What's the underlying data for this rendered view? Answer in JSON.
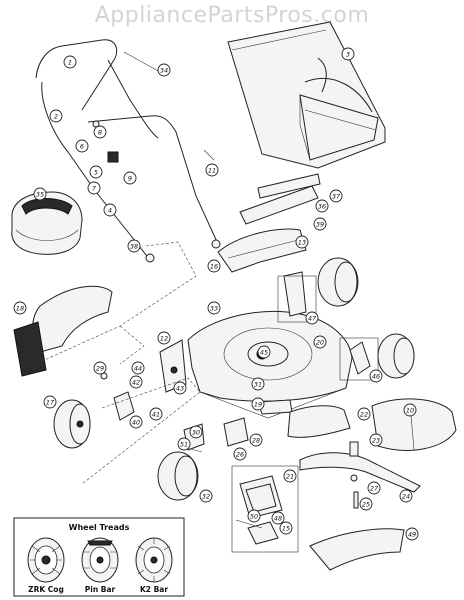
{
  "watermark": "AppliancePartsPros.com",
  "callouts": [
    "1",
    "2",
    "3",
    "4",
    "5",
    "6",
    "7",
    "8",
    "9",
    "10",
    "11",
    "12",
    "13",
    "15",
    "16",
    "17",
    "18",
    "19",
    "20",
    "21",
    "22",
    "23",
    "24",
    "25",
    "26",
    "27",
    "28",
    "29",
    "30",
    "31",
    "32",
    "33",
    "34",
    "35",
    "36",
    "37",
    "38",
    "39",
    "40",
    "41",
    "42",
    "43",
    "44",
    "45",
    "46",
    "47",
    "48",
    "49",
    "50",
    "51"
  ],
  "wheel_treads": {
    "title": "Wheel Treads",
    "items": [
      {
        "label": "ZRK Cog"
      },
      {
        "label": "Pin Bar"
      },
      {
        "label": "K2 Bar"
      }
    ]
  }
}
